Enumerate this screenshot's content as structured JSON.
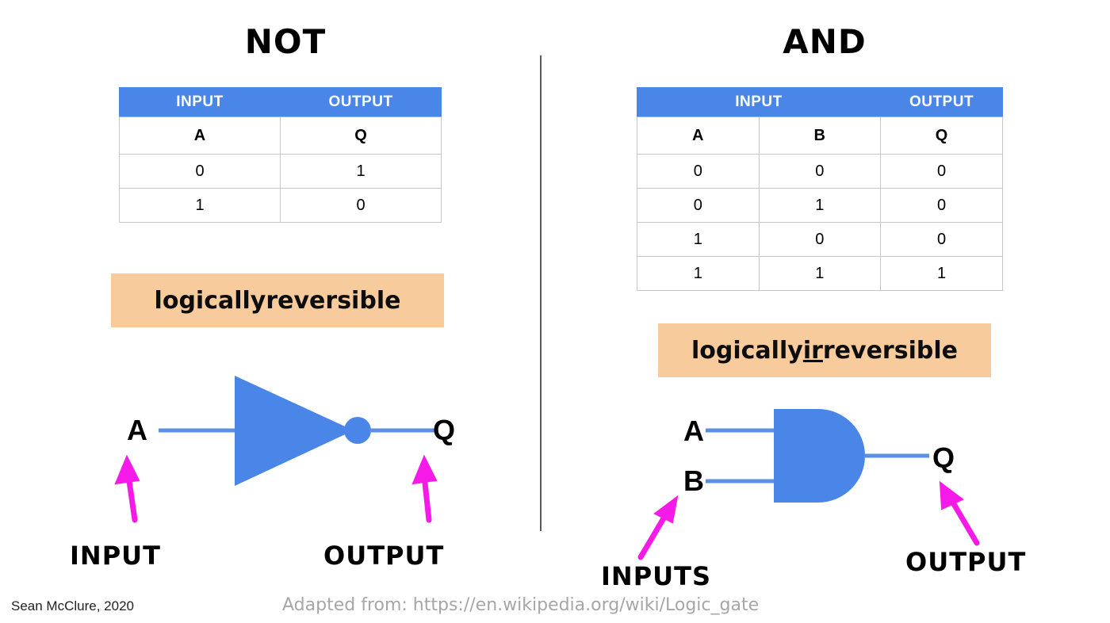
{
  "colors": {
    "table_header_blue": "#4a86e8",
    "gate_blue": "#4a86e8",
    "banner_peach": "#f8cb9c",
    "arrow_magenta": "#f61ae8",
    "wire_blue": "#5b8fe0",
    "divider_gray": "#5a5a5a",
    "source_gray": "#a6a6a6"
  },
  "not_panel": {
    "title": "NOT",
    "table": {
      "group_headers": [
        {
          "label": "INPUT",
          "span": 1
        },
        {
          "label": "OUTPUT",
          "span": 1
        }
      ],
      "variables": [
        "A",
        "Q"
      ],
      "rows": [
        [
          "0",
          "1"
        ],
        [
          "1",
          "0"
        ]
      ]
    },
    "banner": {
      "prefix": "logically ",
      "underlined": "",
      "suffix": "reversible"
    },
    "gate": {
      "type": "not-gate",
      "input_labels": [
        "A"
      ],
      "output_label": "Q"
    },
    "annotations": {
      "input": "INPUT",
      "output": "OUTPUT"
    }
  },
  "and_panel": {
    "title": "AND",
    "table": {
      "group_headers": [
        {
          "label": "INPUT",
          "span": 2
        },
        {
          "label": "OUTPUT",
          "span": 1
        }
      ],
      "variables": [
        "A",
        "B",
        "Q"
      ],
      "rows": [
        [
          "0",
          "0",
          "0"
        ],
        [
          "0",
          "1",
          "0"
        ],
        [
          "1",
          "0",
          "0"
        ],
        [
          "1",
          "1",
          "1"
        ]
      ]
    },
    "banner": {
      "prefix": "logically ",
      "underlined": "ir",
      "suffix": "reversible"
    },
    "gate": {
      "type": "and-gate",
      "input_labels": [
        "A",
        "B"
      ],
      "output_label": "Q"
    },
    "annotations": {
      "input": "INPUTS",
      "output": "OUTPUT"
    }
  },
  "footer": {
    "credit": "Sean McClure, 2020",
    "source": "Adapted from: https://en.wikipedia.org/wiki/Logic_gate"
  }
}
